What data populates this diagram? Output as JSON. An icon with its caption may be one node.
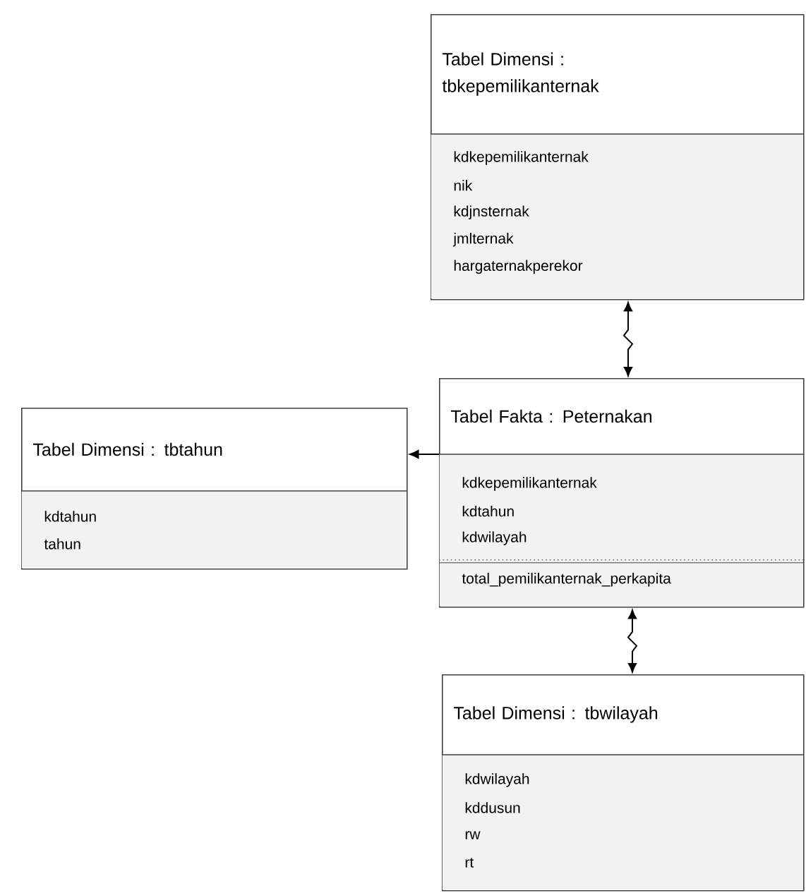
{
  "diagram": {
    "nodes": [
      {
        "text": [
          "Tabel Dimensi : tbkepemilikanternak",
          "kdkepemilikanternak",
          "nik",
          "kdjnsternak",
          "jmlternak",
          "hargaternakperekor"
        ]
      },
      {
        "text": [
          "Tabel Dimensi : tbtahun",
          "kdtahun",
          "tahun"
        ]
      },
      {
        "text": [
          "Tabel Fakta : Peternakan",
          "kdkepemilikanternak",
          "kdtahun",
          "kdwilayah",
          "total_pemilikanternak_perkapita"
        ]
      },
      {
        "text": [
          "Tabel Dimensi : tbwilayah",
          "kdwilayah",
          "kddusun",
          "rw",
          "rt"
        ]
      }
    ],
    "edges": [
      {
        "from": 0,
        "to": 2,
        "arrow": "both"
      },
      {
        "from": 2,
        "to": 1,
        "arrow": "to"
      },
      {
        "from": 2,
        "to": 3,
        "arrow": "both"
      }
    ]
  }
}
